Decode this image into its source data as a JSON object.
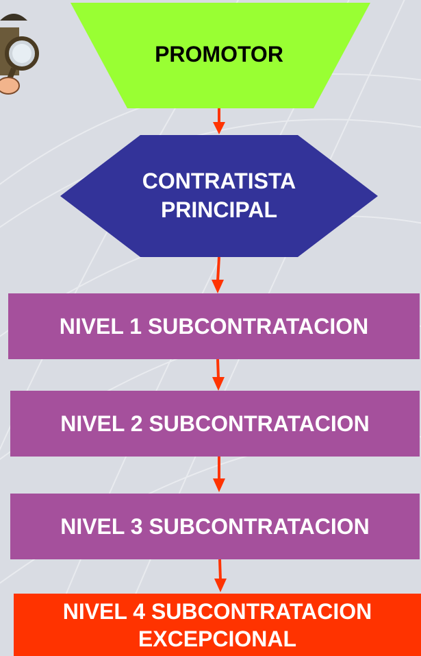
{
  "flowchart": {
    "promotor": {
      "label": "PROMOTOR",
      "color": "#99ff33"
    },
    "contratista": {
      "line1": "CONTRATISTA",
      "line2": "PRINCIPAL",
      "color": "#333399"
    },
    "niveles": [
      {
        "label": "NIVEL 1 SUBCONTRATACION",
        "color": "#a5509c"
      },
      {
        "label": "NIVEL 2 SUBCONTRATACION",
        "color": "#a5509c"
      },
      {
        "label": "NIVEL 3 SUBCONTRATACION",
        "color": "#a5509c"
      }
    ],
    "nivel4": {
      "line1": "NIVEL 4 SUBCONTRATACION",
      "line2": "EXCEPCIONAL",
      "color": "#ff3300"
    },
    "arrow_color": "#ff3300"
  },
  "icons": {
    "clipart": "detective-magnifier-icon"
  }
}
